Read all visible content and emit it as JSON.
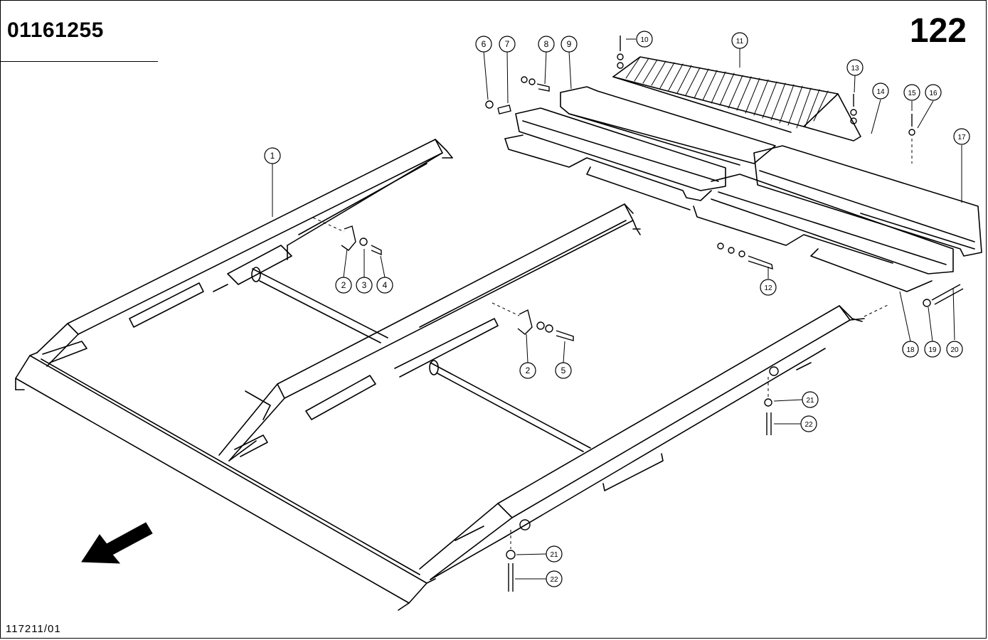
{
  "sheet": {
    "part_number": "01161255",
    "page_number": "122",
    "drawing_ref": "117211/01"
  },
  "callouts": [
    {
      "label": "1"
    },
    {
      "label": "2"
    },
    {
      "label": "3"
    },
    {
      "label": "4"
    },
    {
      "label": "2"
    },
    {
      "label": "5"
    },
    {
      "label": "6"
    },
    {
      "label": "7"
    },
    {
      "label": "8"
    },
    {
      "label": "9"
    },
    {
      "label": "10"
    },
    {
      "label": "11"
    },
    {
      "label": "13"
    },
    {
      "label": "14"
    },
    {
      "label": "15"
    },
    {
      "label": "16"
    },
    {
      "label": "17"
    },
    {
      "label": "12"
    },
    {
      "label": "18"
    },
    {
      "label": "19"
    },
    {
      "label": "20"
    },
    {
      "label": "21"
    },
    {
      "label": "22"
    },
    {
      "label": "21"
    },
    {
      "label": "22"
    }
  ],
  "colors": {
    "ink": "#000000",
    "paper": "#ffffff"
  },
  "icons": {
    "direction": "direction-arrow-icon"
  }
}
